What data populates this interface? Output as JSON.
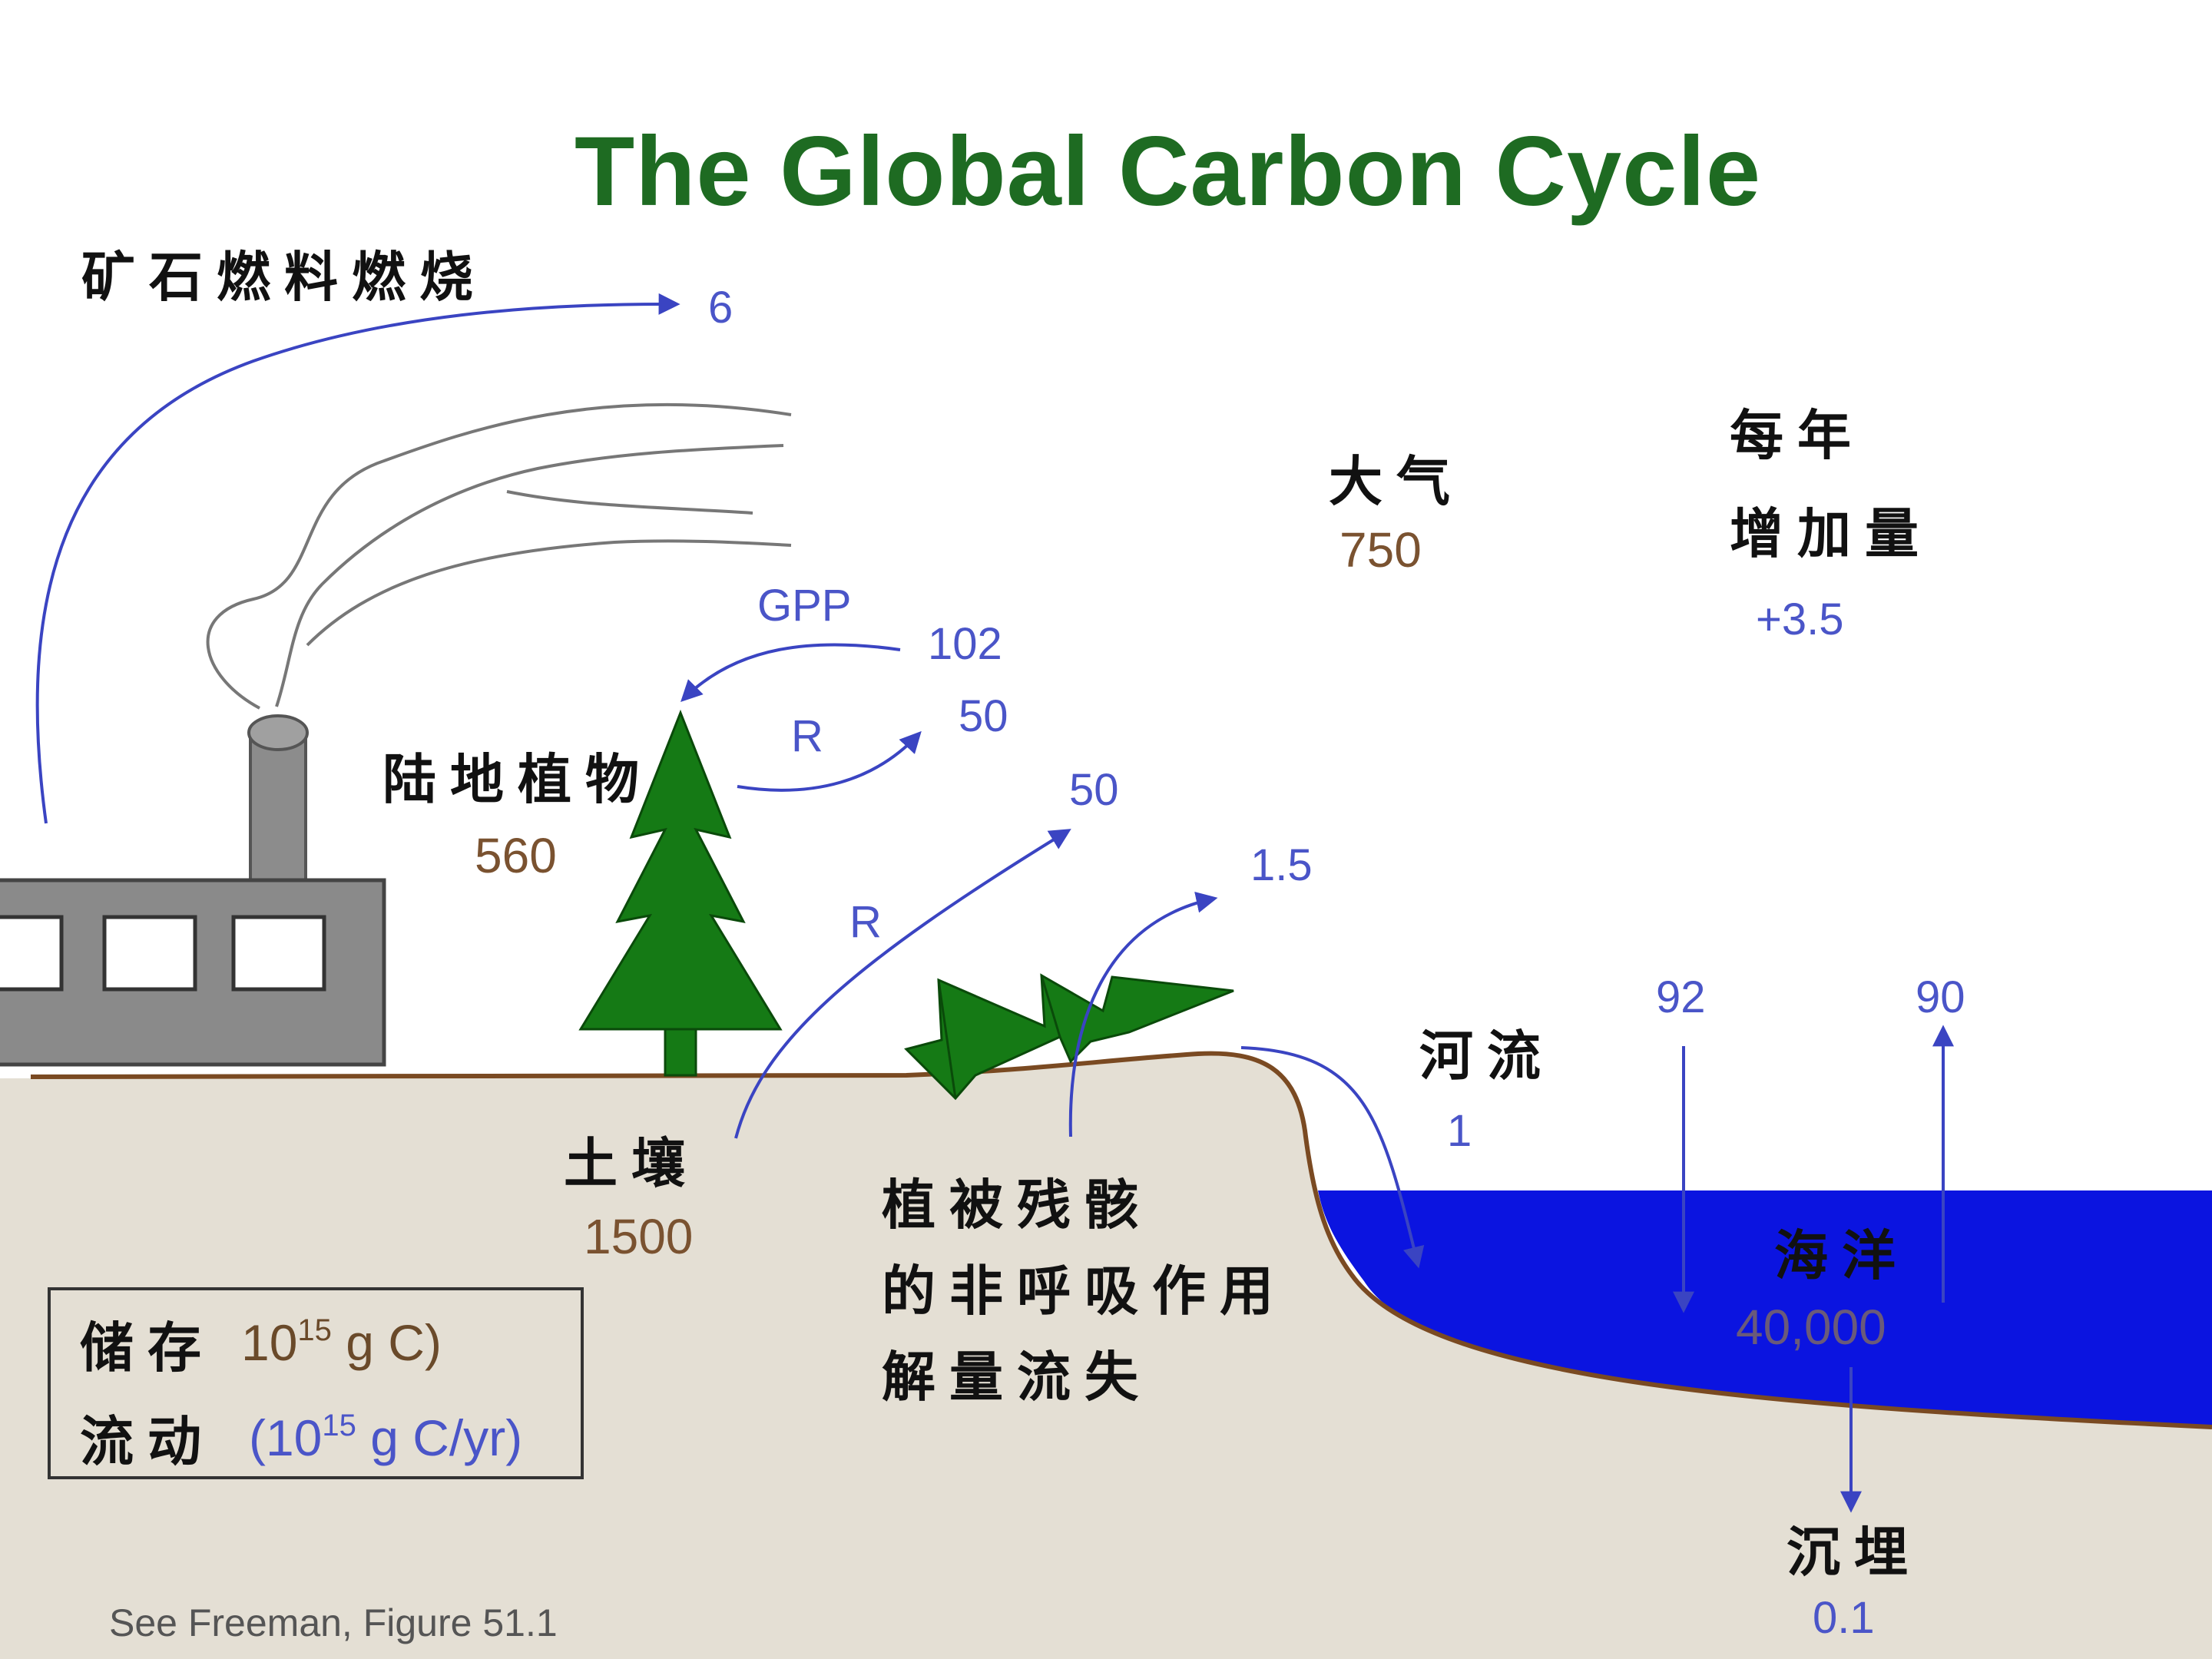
{
  "title": "The Global Carbon Cycle",
  "colors": {
    "title": "#1e6b22",
    "flux_arrow": "#3a44c2",
    "stock_text": "#7a5230",
    "ocean": "#0b14e0",
    "soil": "#e4dfd4",
    "tree": "#157a15",
    "factory": "#8a8a8a"
  },
  "labels": {
    "fossil_fuel": "矿石燃料燃烧",
    "atmosphere": "大气",
    "annual_increase_line1": "每年",
    "annual_increase_line2": "增加量",
    "land_plants": "陆地植物",
    "soil": "土壤",
    "litter_line1": "植被残骸",
    "litter_line2": "的非呼吸作用",
    "litter_line3": "解量流失",
    "river": "河流",
    "ocean": "海洋",
    "burial": "沉埋"
  },
  "stocks": {
    "atmosphere": "750",
    "land_plants": "560",
    "soil": "1500",
    "ocean": "40,000"
  },
  "fluxes": {
    "fossil_fuel": "6",
    "annual_increase": "+3.5",
    "gpp_label": "GPP",
    "gpp": "102",
    "plant_resp_label": "R",
    "plant_resp": "50",
    "soil_resp_label": "R",
    "soil_resp": "50",
    "litter": "1.5",
    "river": "1",
    "ocean_uptake": "92",
    "ocean_release": "90",
    "burial": "0.1"
  },
  "legend": {
    "storage_label": "储存",
    "storage_unit_prefix": "10",
    "storage_unit_exp": "15",
    "storage_unit_suffix": " g C)",
    "flux_label": "流动",
    "flux_unit_prefix": "(10",
    "flux_unit_exp": "15",
    "flux_unit_suffix": " g C/yr)"
  },
  "caption": "See Freeman, Figure 51.1"
}
